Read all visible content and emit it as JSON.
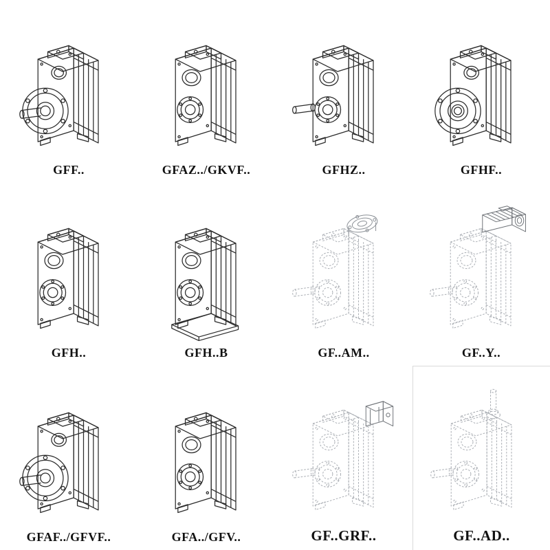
{
  "page": {
    "background": "#ffffff",
    "line_color": "#2b2b2b",
    "dashed_line_color": "#a9adb3"
  },
  "catalog": {
    "description": "Parallel shaft helical gearmotor model variants",
    "cells": [
      {
        "label": "GFF..",
        "symbol": "#sym-flange-shaft",
        "style": "solid"
      },
      {
        "label": "GFAZ../GKVF..",
        "symbol": "#sym-bores",
        "style": "solid"
      },
      {
        "label": "GFHZ..",
        "symbol": "#sym-bores-shaft",
        "style": "solid"
      },
      {
        "label": "GFHF..",
        "symbol": "#sym-flange-hollow",
        "style": "solid"
      },
      {
        "label": "GFH..",
        "symbol": "#sym-bores",
        "style": "solid"
      },
      {
        "label": "GFH..B",
        "symbol": "#sym-bores-base",
        "style": "solid"
      },
      {
        "label": "GF..AM..",
        "symbol": "#sym-dashed-am",
        "style": "dashed"
      },
      {
        "label": "GF..Y..",
        "symbol": "#sym-dashed-y",
        "style": "dashed"
      },
      {
        "label": "GFAF../GFVF..",
        "symbol": "#sym-flange-shaft",
        "style": "solid"
      },
      {
        "label": "GFA../GFV..",
        "symbol": "#sym-bores",
        "style": "solid"
      },
      {
        "label": "GF..GRF..",
        "symbol": "#sym-dashed-grf",
        "style": "dashed"
      },
      {
        "label": "GF..AD..",
        "symbol": "#sym-dashed-ad",
        "style": "dashed"
      }
    ]
  }
}
